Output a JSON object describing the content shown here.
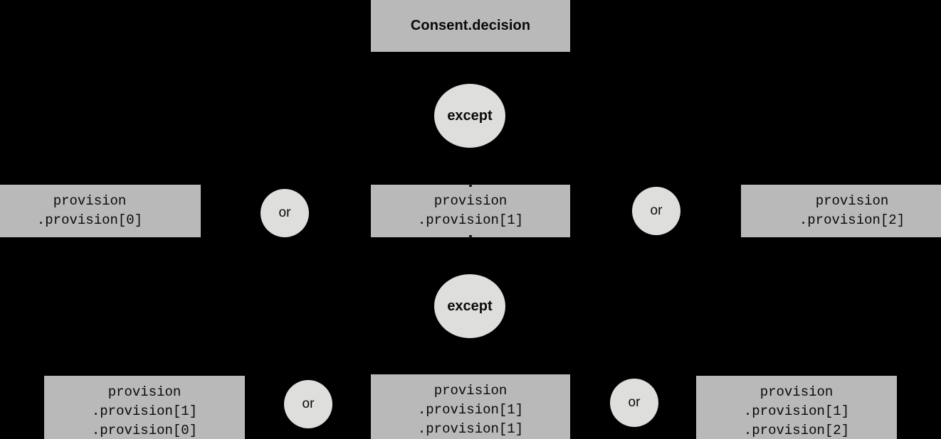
{
  "diagram": {
    "title": "Consent.decision",
    "background_color": "#000000",
    "box_color": "#b9b9b9",
    "ellipse_color": "#dededc",
    "text_color": "#0a0a0a",
    "root": {
      "label": "Consent.decision"
    },
    "operators": {
      "except_1": "except",
      "except_2": "except",
      "or_1": "or",
      "or_2": "or",
      "or_3": "or",
      "or_4": "or"
    },
    "level_1_nodes": [
      {
        "name": "provision-0",
        "lines": [
          "provision",
          ".provision[0]"
        ]
      },
      {
        "name": "provision-1",
        "lines": [
          "provision",
          ".provision[1]"
        ]
      },
      {
        "name": "provision-2",
        "lines": [
          "provision",
          ".provision[2]"
        ]
      }
    ],
    "level_2_nodes": [
      {
        "name": "provision-1-0",
        "lines": [
          "provision",
          ".provision[1]",
          ".provision[0]"
        ]
      },
      {
        "name": "provision-1-1",
        "lines": [
          "provision",
          ".provision[1]",
          ".provision[1]"
        ]
      },
      {
        "name": "provision-1-2",
        "lines": [
          "provision",
          ".provision[1]",
          ".provision[2]"
        ]
      }
    ]
  }
}
